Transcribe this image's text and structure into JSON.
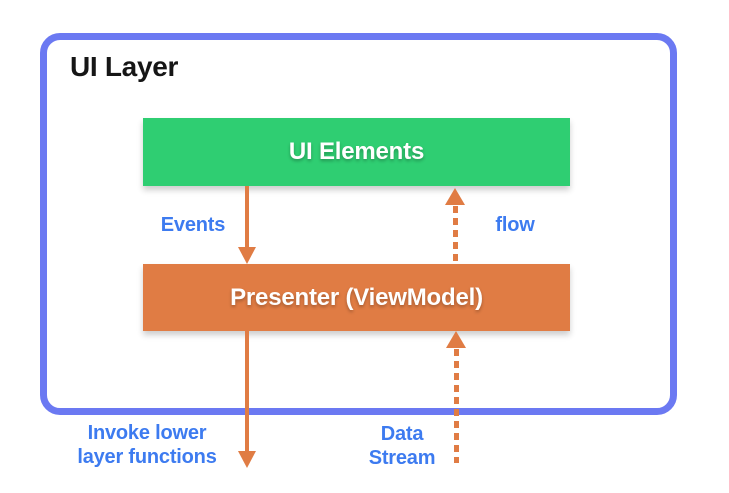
{
  "colors": {
    "box-green": "#2fce72",
    "box-orange": "#e07c44",
    "border-blue": "#6b79f2",
    "label-blue": "#3d7bf0",
    "title-black": "#161616"
  },
  "diagram": {
    "title": "UI Layer",
    "nodes": {
      "ui_elements": {
        "label": "UI Elements",
        "color": "#2fce72"
      },
      "presenter": {
        "label": "Presenter (ViewModel)",
        "color": "#e07c44"
      }
    },
    "arrows": {
      "events": {
        "label": "Events",
        "style": "solid",
        "direction": "down",
        "from": "UI Elements",
        "to": "Presenter (ViewModel)"
      },
      "flow": {
        "label": "flow",
        "style": "dashed",
        "direction": "up",
        "from": "Presenter (ViewModel)",
        "to": "UI Elements"
      },
      "invoke": {
        "label_line1": "Invoke lower",
        "label_line2": "layer functions",
        "style": "solid",
        "direction": "down",
        "from": "Presenter (ViewModel)",
        "to": "outside"
      },
      "data_stream": {
        "label_line1": "Data",
        "label_line2": "Stream",
        "style": "dashed",
        "direction": "up",
        "from": "outside",
        "to": "Presenter (ViewModel)"
      }
    }
  }
}
